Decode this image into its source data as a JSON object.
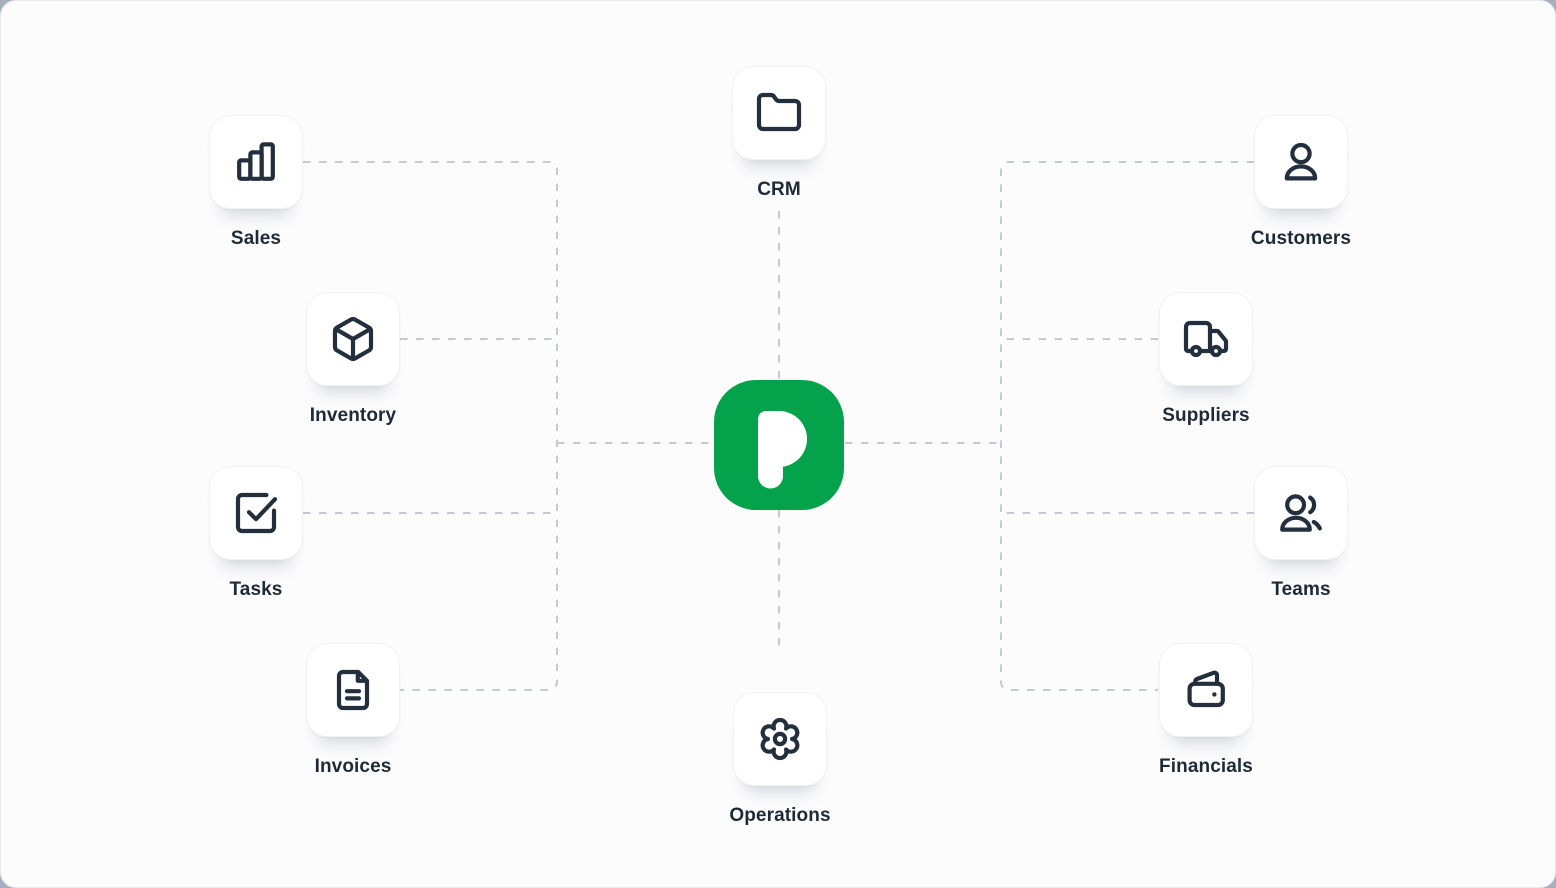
{
  "canvas": {
    "background": "#FCFCFD",
    "frame_color": "#A7AFBE"
  },
  "logo": {
    "letter": "P",
    "color": "#05A24C",
    "icon": "p-logo-icon"
  },
  "connectors": {
    "style": "dashed",
    "color": "#C2CAD6"
  },
  "colors": {
    "icon": "#232F3D",
    "label": "#1F2A37",
    "card_bg": "#FFFFFF",
    "card_border": "#F0F2F6"
  },
  "modules": [
    {
      "label": "Sales",
      "icon": "bar-chart-icon"
    },
    {
      "label": "Inventory",
      "icon": "box-icon"
    },
    {
      "label": "Tasks",
      "icon": "checkbox-check-icon"
    },
    {
      "label": "Invoices",
      "icon": "invoice-document-icon"
    },
    {
      "label": "CRM",
      "icon": "folder-icon"
    },
    {
      "label": "Operations",
      "icon": "gear-icon"
    },
    {
      "label": "Customers",
      "icon": "user-icon"
    },
    {
      "label": "Suppliers",
      "icon": "truck-icon"
    },
    {
      "label": "Teams",
      "icon": "users-icon"
    },
    {
      "label": "Financials",
      "icon": "wallet-icon"
    }
  ]
}
